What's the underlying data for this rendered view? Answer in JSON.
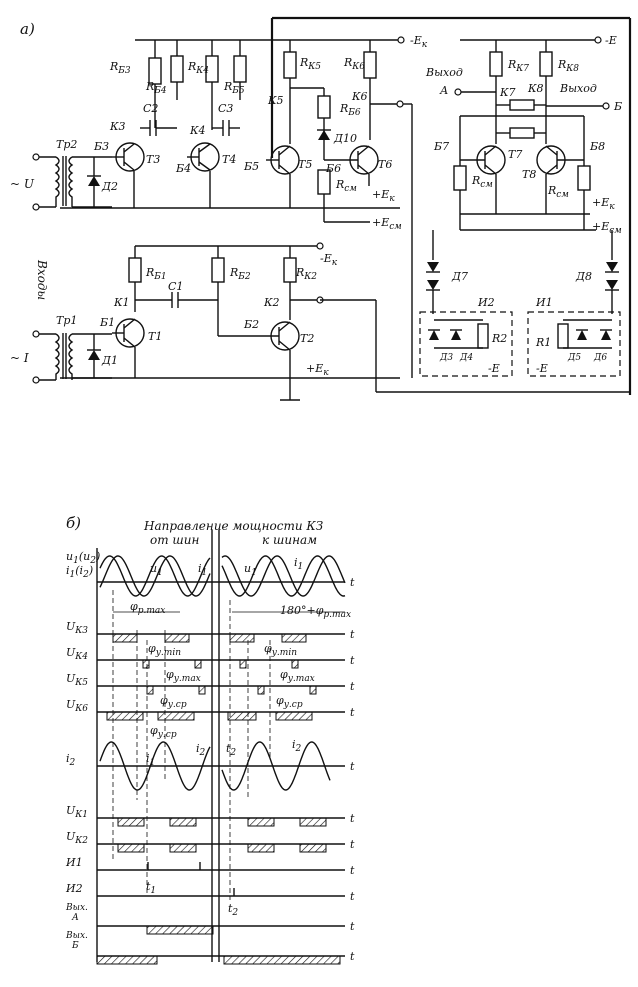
{
  "panel_a": {
    "label": "а)",
    "inputs_label": "Входы",
    "source_u": "~ U",
    "source_i": "~ I",
    "transformers": {
      "tr1": "Тр1",
      "tr2": "Тр2"
    },
    "transistors": [
      "T1",
      "T2",
      "T3",
      "T4",
      "T5",
      "T6",
      "T7",
      "T8"
    ],
    "diodes": [
      "Д1",
      "Д2",
      "Д3",
      "Д4",
      "Д5",
      "Д6",
      "Д7",
      "Д8",
      "Д10"
    ],
    "capacitors": [
      "C1",
      "C2",
      "C3"
    ],
    "resistors": {
      "rb1": "R",
      "rb1_sub": "Б1",
      "rb2": "R",
      "rb2_sub": "Б2",
      "rk2": "R",
      "rk2_sub": "К2",
      "rb3": "R",
      "rb3_sub": "Б3",
      "rb4": "R",
      "rb4_sub": "Б4",
      "rk4": "R",
      "rk4_sub": "К4",
      "rb5": "R",
      "rb5_sub": "Б5",
      "rk5": "R",
      "rk5_sub": "К5",
      "rb6": "R",
      "rb6_sub": "Б6",
      "rk6": "R",
      "rk6_sub": "К6",
      "rk7": "R",
      "rk7_sub": "К7",
      "rk8": "R",
      "rk8_sub": "К8",
      "rsm": "R",
      "rsm_sub": "см",
      "r1": "R1",
      "r2": "R2"
    },
    "nodes": {
      "k1": "К1",
      "k2": "К2",
      "k3": "К3",
      "k4": "К4",
      "k5": "К5",
      "k6": "К6",
      "k7": "К7",
      "k8": "К8",
      "b1": "Б1",
      "b2": "Б2",
      "b3": "Б3",
      "b4": "Б4",
      "b5": "Б5",
      "b6": "Б6",
      "b7": "Б7",
      "b8": "Б8"
    },
    "supplies": {
      "minus_ek": "-E",
      "minus_ek_sub": "к",
      "plus_ek": "+E",
      "plus_ek_sub": "к",
      "plus_esm": "+E",
      "plus_esm_sub": "см"
    },
    "indicators": {
      "i1": "И1",
      "i2": "И2"
    },
    "outputs": {
      "out_a_label": "Выход",
      "out_a": "А",
      "out_b_label": "Выход",
      "out_b": "Б"
    }
  },
  "panel_b": {
    "label": "б)",
    "title_line1": "Направление мощности КЗ",
    "from_buses": "от шин",
    "to_buses": "к шинам",
    "axis_t": "t",
    "rows": [
      {
        "id": "u1",
        "label_a": "u",
        "label_a_sub": "1",
        "label_a_paren": "(u",
        "label_a_paren_sub": "2",
        "label_b": "i",
        "label_b_sub": "1",
        "label_b_paren": "(i",
        "label_b_paren_sub": "2"
      },
      {
        "id": "uk3",
        "label": "U",
        "sub": "К3"
      },
      {
        "id": "uk4",
        "label": "U",
        "sub": "К4"
      },
      {
        "id": "uk5",
        "label": "U",
        "sub": "К5"
      },
      {
        "id": "uk6",
        "label": "U",
        "sub": "К6"
      },
      {
        "id": "i2",
        "label": "i",
        "sub": "2"
      },
      {
        "id": "uk1",
        "label": "U",
        "sub": "К1"
      },
      {
        "id": "uk2",
        "label": "U",
        "sub": "К2"
      },
      {
        "id": "i1ind",
        "label": "И1"
      },
      {
        "id": "i2ind",
        "label": "И2"
      },
      {
        "id": "outa",
        "label": "Вых.",
        "label2": "А"
      },
      {
        "id": "outb",
        "label": "Вых.",
        "label2": "Б"
      }
    ],
    "annotations": {
      "phi_p_max": "φ",
      "phi_p_max_sub": "р.max",
      "phi_p_max_right": "180°+φ",
      "phi_p_max_right_sub": "р.max",
      "phi_u_min": "φ",
      "phi_u_min_sub": "у.min",
      "phi_u_max": "φ",
      "phi_u_max_sub": "у.max",
      "phi_u_sr": "φ",
      "phi_u_sr_sub": "у.ср",
      "u1": "u",
      "u1_sub": "1",
      "i1": "i",
      "i1_sub": "1",
      "i2": "i",
      "i2_sub": "2",
      "t1": "t",
      "t1_sub": "1",
      "t2": "t",
      "t2_sub": "2"
    }
  }
}
